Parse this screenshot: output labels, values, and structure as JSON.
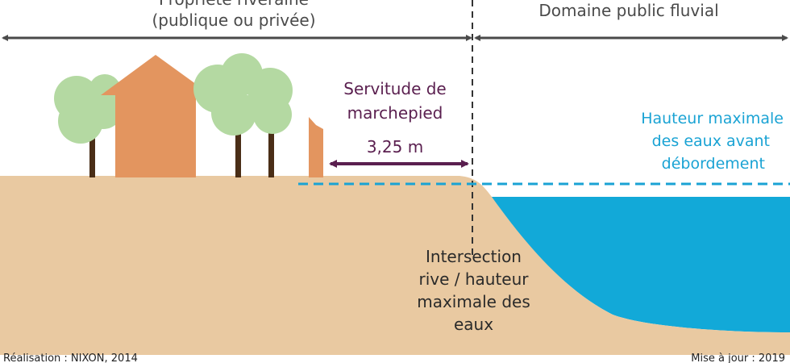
{
  "labels": {
    "riverside_property_line1": "Propriété riveraine",
    "riverside_property_line2": "(publique ou privée)",
    "public_domain": "Domaine public fluvial",
    "servitude_line1": "Servitude de",
    "servitude_line2": "marchepied",
    "servitude_width": "3,25 m",
    "water_line1": "Hauteur maximale",
    "water_line2": "des eaux avant",
    "water_line3": "débordement",
    "intersection_line1": "Intersection",
    "intersection_line2": "rive / hauteur",
    "intersection_line3": "maximale des",
    "intersection_line4": "eaux"
  },
  "footer": {
    "left": "Réalisation : NIXON, 2014",
    "right": "Mise à jour : 2019"
  },
  "colors": {
    "ground": "#e9c9a1",
    "water": "#12a9d8",
    "water_label": "#1aa3d4",
    "house": "#e3955f",
    "tree_foliage": "#b4d9a2",
    "trunk": "#4a2e17",
    "servitude": "#5a1f4f",
    "arrow_gray": "#4a4a4a"
  }
}
